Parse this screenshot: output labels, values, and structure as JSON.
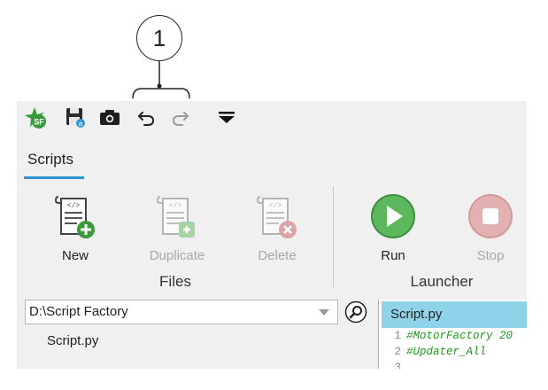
{
  "callout": {
    "number": "1"
  },
  "toolbar": {
    "items": [
      {
        "name": "logo",
        "label": "SF"
      },
      {
        "name": "save"
      },
      {
        "name": "screenshot"
      },
      {
        "name": "undo"
      },
      {
        "name": "redo"
      },
      {
        "name": "customize"
      }
    ]
  },
  "tabs": [
    {
      "label": "Scripts",
      "active": true
    }
  ],
  "ribbon": {
    "files": {
      "label": "Files",
      "buttons": [
        {
          "label": "New",
          "enabled": true
        },
        {
          "label": "Duplicate",
          "enabled": false
        },
        {
          "label": "Delete",
          "enabled": false
        }
      ]
    },
    "launcher": {
      "label": "Launcher",
      "buttons": [
        {
          "label": "Run",
          "enabled": true
        },
        {
          "label": "Stop",
          "enabled": false
        }
      ]
    }
  },
  "files_panel": {
    "path": "D:\\Script Factory",
    "items": [
      "Script.py"
    ]
  },
  "editor": {
    "tab": "Script.py",
    "lines": [
      {
        "num": "1",
        "text": "#MotorFactory 20"
      },
      {
        "num": "2",
        "text": "#Updater_All"
      },
      {
        "num": "3",
        "text": ""
      }
    ]
  },
  "colors": {
    "accent": "#2f96d6",
    "run_green": "#5cb85c",
    "stop_red": "#d9a0a0",
    "editor_tab": "#8fd3ea",
    "code_green": "#1a9a1a"
  }
}
